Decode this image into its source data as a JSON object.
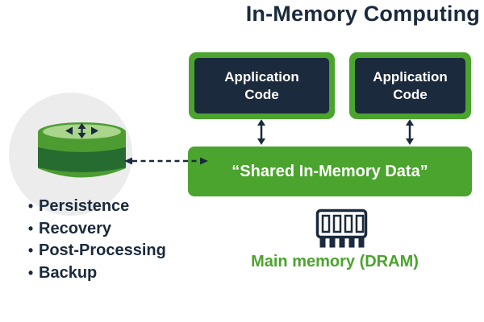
{
  "title": "In-Memory Computing",
  "app_boxes": [
    {
      "label": "Application Code"
    },
    {
      "label": "Application Code"
    }
  ],
  "shared_bar": {
    "label": "“Shared In-Memory Data”"
  },
  "database": {
    "bullets": [
      "Persistence",
      "Recovery",
      "Post-Processing",
      "Backup"
    ]
  },
  "memory": {
    "label": "Main memory (DRAM)"
  },
  "icons": {
    "database": "database-cylinder-icon",
    "ram": "ram-dimm-icon",
    "vertical_double_arrow": "double-arrow-vertical-icon",
    "dashed_double_arrow": "double-arrow-dashed-icon"
  },
  "colors": {
    "green": "#4aa42d",
    "navy": "#1b2a3c",
    "light_green": "#a9d58d",
    "dark_green_band": "#266c30",
    "cylinder_body_green": "#4d9c32",
    "circle_gray": "#ececec",
    "white": "#ffffff"
  }
}
